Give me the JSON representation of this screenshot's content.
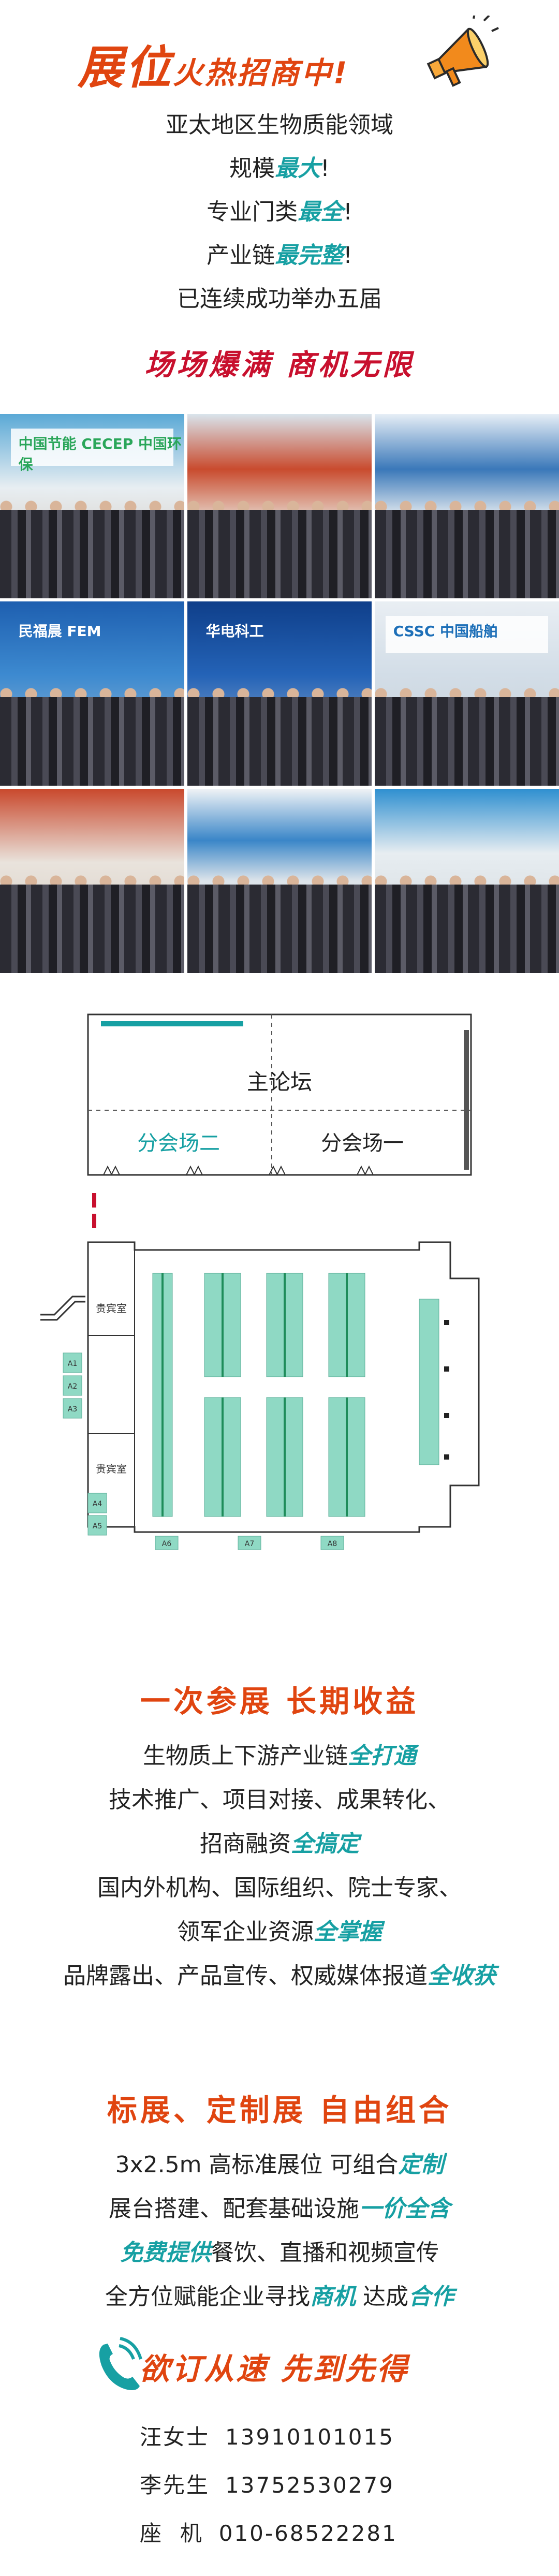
{
  "hero": {
    "title_a": "展位",
    "title_b": "火热招商中!",
    "lines": [
      "亚太地区生物质能领域"
    ],
    "line2_pre": "规模",
    "line2_em": "最大",
    "line2_post": "!",
    "line3_pre": "专业门类",
    "line3_em": "最全",
    "line3_post": "!",
    "line4_pre": "产业链",
    "line4_em": "最完整",
    "line4_post": "!",
    "line5": "已连续成功举办五届",
    "slogan": "场场爆满 商机无限"
  },
  "photos": [
    {
      "banner": "中国节能 CECEP  中国环保"
    },
    {
      "banner": ""
    },
    {
      "banner": ""
    },
    {
      "banner": "民福晨 FEM"
    },
    {
      "banner": "华电科工"
    },
    {
      "banner": "CSSC 中国船舶"
    },
    {
      "banner": ""
    },
    {
      "banner": ""
    },
    {
      "banner": ""
    }
  ],
  "floorplan": {
    "main_forum": "主论坛",
    "sub2": "分会场二",
    "sub1": "分会场一",
    "vip1": "贵宾室",
    "vip2": "贵宾室",
    "left_booths": [
      "A1",
      "A2",
      "A3",
      "A4",
      "A5"
    ],
    "bottom_booths": [
      "A6",
      "A7",
      "A8"
    ]
  },
  "section2": {
    "title": "一次参展 长期收益",
    "l1_pre": "生物质上下游产业链",
    "l1_em": "全打通",
    "l2": "技术推广、项目对接、成果转化、",
    "l3_pre": "招商融资",
    "l3_em": "全搞定",
    "l4": "国内外机构、国际组织、院士专家、",
    "l5_pre": "领军企业资源",
    "l5_em": "全掌握",
    "l6_pre": "品牌露出、产品宣传、权威媒体报道",
    "l6_em": "全收获"
  },
  "section3": {
    "title": "标展、定制展 自由组合",
    "l1_pre": "3x2.5m 高标准展位 可组合",
    "l1_em": "定制",
    "l2_pre": "展台搭建、配套基础设施",
    "l2_em": "一价全含",
    "l3_em": "免费提供",
    "l3_post": "餐饮、直播和视频宣传",
    "l4_pre": "全方位赋能企业寻找",
    "l4_em1": "商机",
    "l4_mid": " 达成",
    "l4_em2": "合作"
  },
  "contact": {
    "title": "欲订从速 先到先得",
    "people": [
      {
        "name": "汪女士",
        "phone": "13910101015"
      },
      {
        "name": "李先生",
        "phone": "13752530279"
      },
      {
        "name": "座  机",
        "phone": "010-68522281"
      }
    ]
  },
  "colors": {
    "accent_orange": "#e04510",
    "teal": "#17a0a3",
    "red": "#c8102e",
    "booth_green": "#8fd9c4"
  }
}
